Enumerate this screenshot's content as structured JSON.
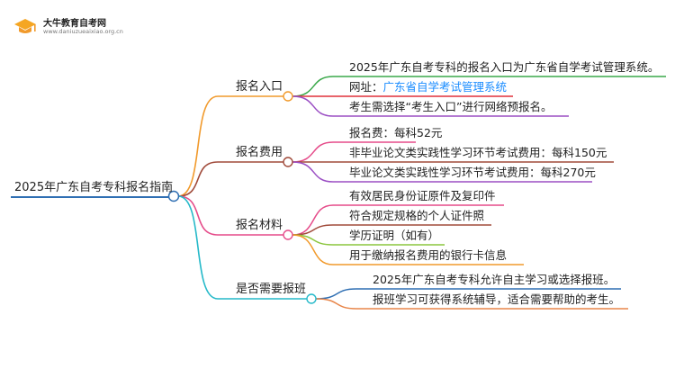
{
  "brand": {
    "name": "大牛教育自考网",
    "url": "www.daniuzueaixiao.org.cn"
  },
  "colors": {
    "root": "#2f6fb3",
    "branch1": "#f19a2c",
    "branch2": "#a04a3a",
    "branch3": "#e54c8a",
    "branch4": "#25b9c9",
    "link": "#1a8cff"
  },
  "root": {
    "label": "2025年广东自考专科报名指南"
  },
  "branches": [
    {
      "label": "报名入口",
      "leaves": [
        {
          "text": "2025年广东自考专科的报名入口为广东省自学考试管理系统。",
          "color": "#3aa84a"
        },
        {
          "prefix": "网址：",
          "link": "广东省自学考试管理系统",
          "color": "#e0303a"
        },
        {
          "text": "考生需选择“考生入口”进行网络预报名。",
          "color": "#9b4fc4"
        }
      ]
    },
    {
      "label": "报名费用",
      "leaves": [
        {
          "text": "报名费：每科52元",
          "color": "#e54c8a"
        },
        {
          "text": "非毕业论文类实践性学习环节考试费用：每科150元",
          "color": "#a04a3a"
        },
        {
          "text": "毕业论文类实践性学习环节考试费用：每科270元",
          "color": "#9b4fc4"
        }
      ]
    },
    {
      "label": "报名材料",
      "leaves": [
        {
          "text": "有效居民身份证原件及复印件",
          "color": "#e54c8a"
        },
        {
          "text": "符合规定规格的个人证件照",
          "color": "#a04a3a"
        },
        {
          "text": "学历证明（如有）",
          "color": "#8cc63f"
        },
        {
          "text": "用于缴纳报名费用的银行卡信息",
          "color": "#f19a2c"
        }
      ]
    },
    {
      "label": "是否需要报班",
      "leaves": [
        {
          "text": "2025年广东自考专科允许自主学习或选择报班。",
          "color": "#2f6fb3"
        },
        {
          "text": "报班学习可获得系统辅导，适合需要帮助的考生。",
          "color": "#e8864a"
        }
      ]
    }
  ]
}
